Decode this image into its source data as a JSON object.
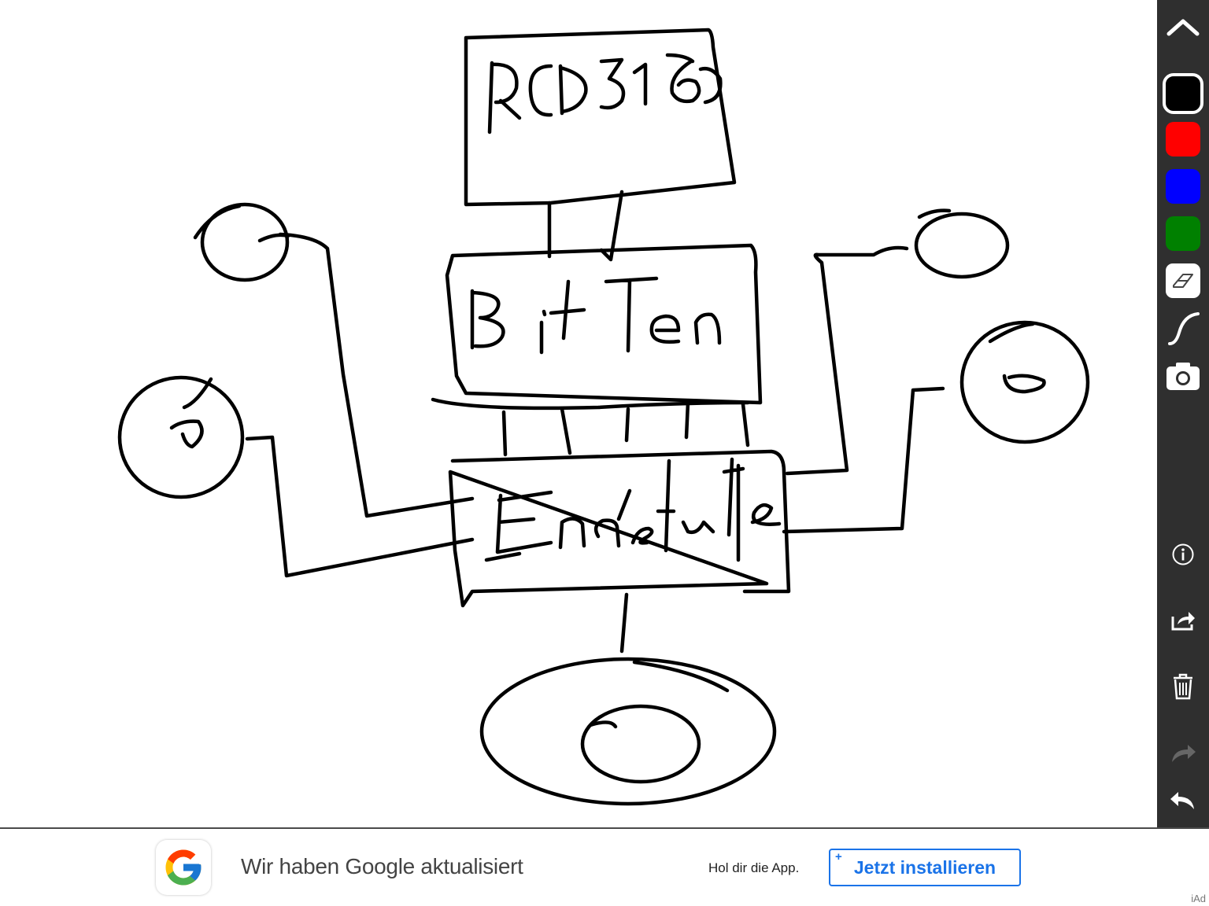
{
  "drawing": {
    "ink_color": "#000000",
    "labels": {
      "top_box": "RCD316",
      "middle_box": "BitTen",
      "bottom_box": "Endstufe"
    }
  },
  "toolbar": {
    "collapse_icon": "chevron-up-icon",
    "colors": [
      {
        "name": "black",
        "hex": "#000000",
        "selected": true
      },
      {
        "name": "red",
        "hex": "#ff0000",
        "selected": false
      },
      {
        "name": "blue",
        "hex": "#0000ff",
        "selected": false
      },
      {
        "name": "green",
        "hex": "#008000",
        "selected": false
      }
    ],
    "tools": [
      "eraser-icon",
      "pen-stroke-icon",
      "camera-icon"
    ],
    "actions": [
      "info-icon",
      "share-icon",
      "trash-icon",
      "redo-icon",
      "undo-icon"
    ]
  },
  "ad": {
    "headline": "Wir haben Google aktualisiert",
    "subtext": "Hol dir die App.",
    "button_label": "Jetzt installieren",
    "badge": "iAd"
  }
}
